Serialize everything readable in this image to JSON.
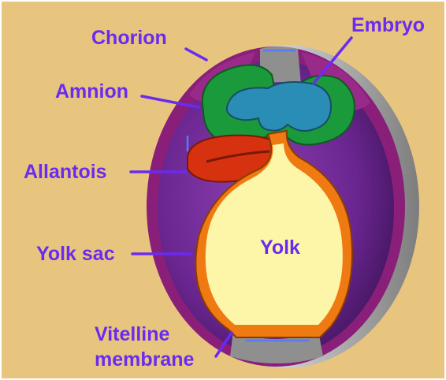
{
  "labels": {
    "chorion": "Chorion",
    "embryo": "Embryo",
    "amnion": "Amnion",
    "allantois": "Allantois",
    "yolk_sac": "Yolk sac",
    "yolk": "Yolk",
    "vitelline_line1": "Vitelline",
    "vitelline_line2": "membrane"
  },
  "colors": {
    "background": "#e8c57f",
    "label": "#6a2bf0",
    "chorion": "#8a1f7a",
    "cavity": "#6a2690",
    "shell": "#9d9d9d",
    "amnion": "#1a9a3a",
    "embryo": "#2a8db5",
    "allantois": "#d63210",
    "yolk_sac": "#f07a12",
    "yolk": "#fdf6a8"
  }
}
